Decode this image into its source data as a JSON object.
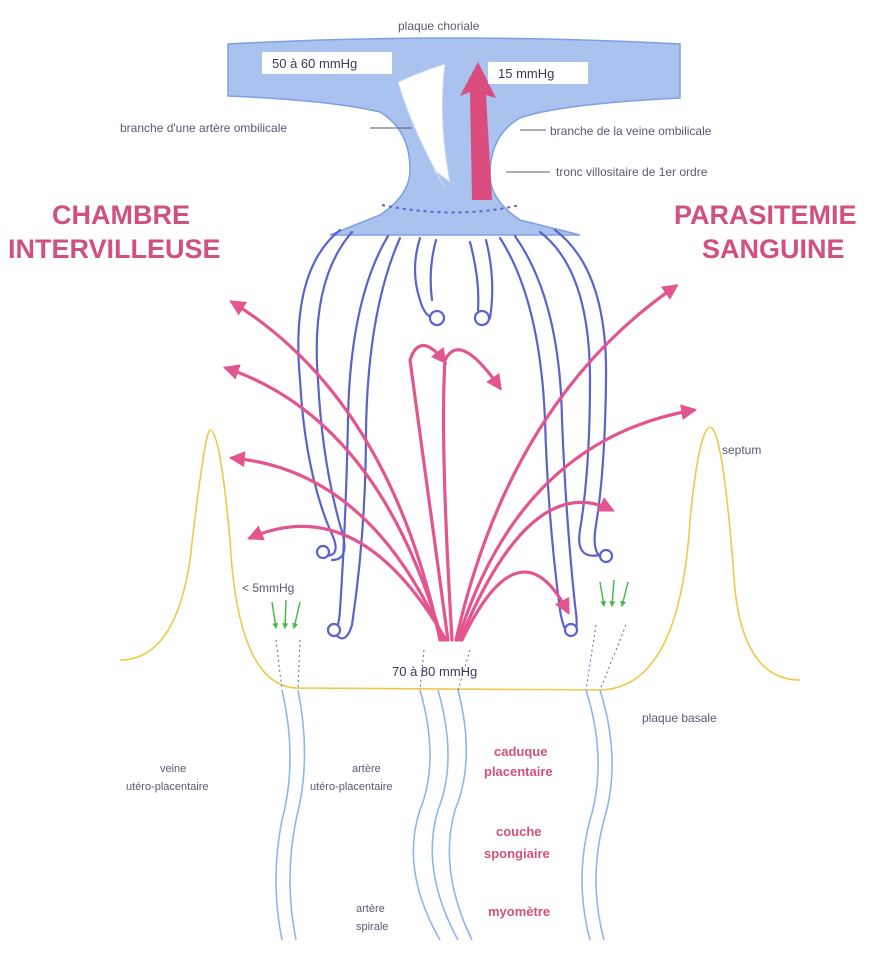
{
  "labels": {
    "plaque_choriale": "plaque choriale",
    "pressure_artery": "50 à 60 mmHg",
    "pressure_vein": "15 mmHg",
    "branche_artere": "branche d'une artère ombilicale",
    "branche_veine": "branche de la veine ombilicale",
    "tronc": "tronc villositaire de 1er ordre",
    "septum": "septum",
    "pressure_low": "< 5mmHg",
    "pressure_high": "70 à 80 mmHg",
    "plaque_basale": "plaque basale",
    "veine_line1": "veine",
    "veine_line2": "utéro-placentaire",
    "artere_line1": "artère",
    "artere_line2": "utéro-placentaire",
    "spirale_line1": "artère",
    "spirale_line2": "spirale"
  },
  "titles": {
    "left_line1": "CHAMBRE",
    "left_line2": "INTERVILLEUSE",
    "right_line1": "PARASITEMIE",
    "right_line2": "SANGUINE"
  },
  "layers": {
    "caduque_line1": "caduque",
    "caduque_line2": "placentaire",
    "couche_line1": "couche",
    "couche_line2": "spongiaire",
    "myometre": "myomètre"
  },
  "colors": {
    "plate": "#a9c2ee",
    "villi": "#5a63c9",
    "arrows": "#e2558e",
    "septum": "#efc84a",
    "vessels": "#8fb6e8",
    "veins_green": "#4cb84c",
    "titles": "#d0517f"
  }
}
